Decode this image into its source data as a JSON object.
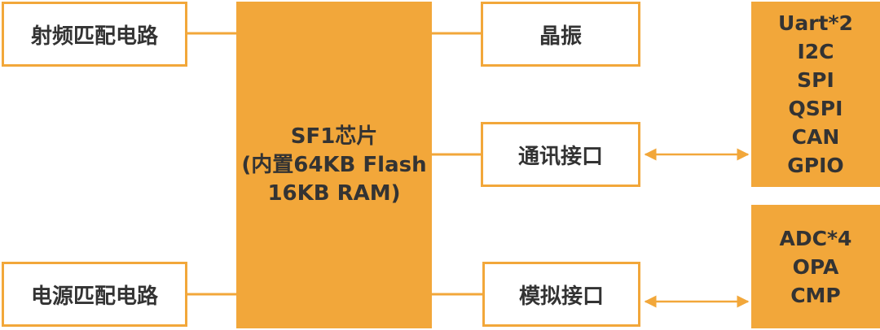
{
  "colors": {
    "accent": "#f2a73a",
    "text": "#333333",
    "background": "#ffffff"
  },
  "left": {
    "rf_circuit": "射频匹配电路",
    "power_circuit": "电源匹配电路"
  },
  "chip": {
    "line1": "SF1芯片",
    "line2": "(内置64KB Flash",
    "line3": "16KB RAM)"
  },
  "middle": {
    "crystal": "晶振",
    "comm_interface": "通讯接口",
    "analog_interface": "模拟接口"
  },
  "right": {
    "comm_list": [
      "Uart*2",
      "I2C",
      "SPI",
      "QSPI",
      "CAN",
      "GPIO"
    ],
    "analog_list": [
      "ADC*4",
      "OPA",
      "CMP"
    ]
  }
}
